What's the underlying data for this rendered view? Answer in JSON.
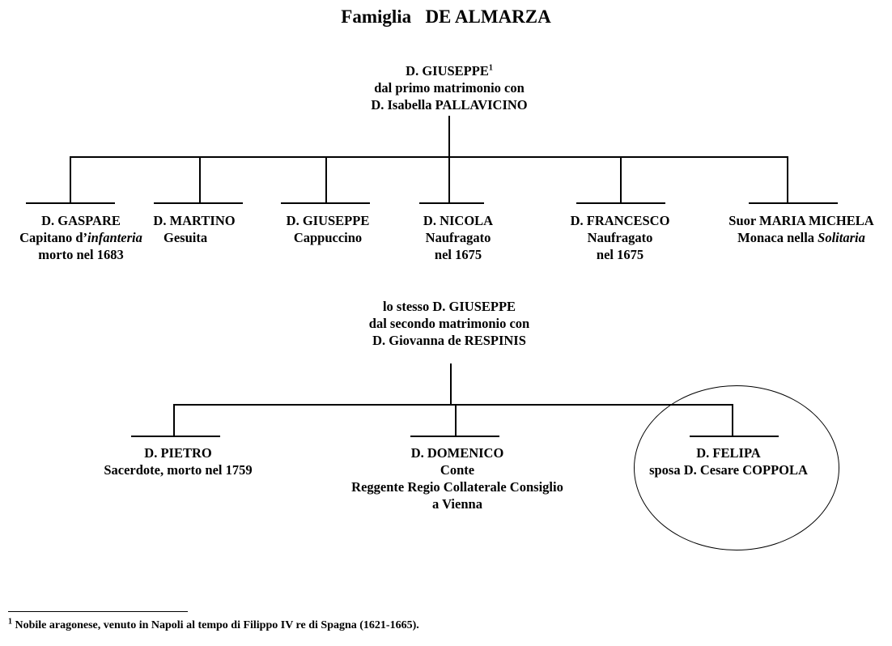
{
  "title": {
    "prefix": "Famiglia",
    "family": "DE ALMARZA"
  },
  "first_marriage": {
    "name": "D. GIUSEPPE",
    "footnote_mark": "1",
    "line2": "dal primo matrimonio con",
    "line3": "D. Isabella PALLAVICINO"
  },
  "first_children": [
    {
      "name": "D. GASPARE",
      "line2_pre": "Capitano d’",
      "line2_italic": "infanteria",
      "line3": "morto nel 1683"
    },
    {
      "name": "D. MARTINO",
      "line2": "Gesuita"
    },
    {
      "name": "D. GIUSEPPE",
      "line2": "Cappuccino"
    },
    {
      "name": "D. NICOLA",
      "line2": "Naufragato",
      "line3": "nel 1675"
    },
    {
      "name": "D. FRANCESCO",
      "line2": "Naufragato",
      "line3": "nel 1675"
    },
    {
      "name": "Suor MARIA MICHELA",
      "line2_pre": "Monaca nella ",
      "line2_italic": "Solitaria"
    }
  ],
  "second_marriage": {
    "line1": "lo stesso D. GIUSEPPE",
    "line2": "dal secondo matrimonio con",
    "line3": "D. Giovanna de RESPINIS"
  },
  "second_children": [
    {
      "name": "D. PIETRO",
      "line2": "Sacerdote, morto nel 1759"
    },
    {
      "name": "D. DOMENICO",
      "line2": "Conte",
      "line3": "Reggente Regio Collaterale Consiglio",
      "line4": "a Vienna"
    },
    {
      "name": "D. FELIPA",
      "line2": "sposa D. Cesare COPPOLA"
    }
  ],
  "footnote": {
    "mark": "1",
    "text": "Nobile aragonese, venuto in Napoli al tempo di Filippo IV re di Spagna (1621-1665)."
  }
}
